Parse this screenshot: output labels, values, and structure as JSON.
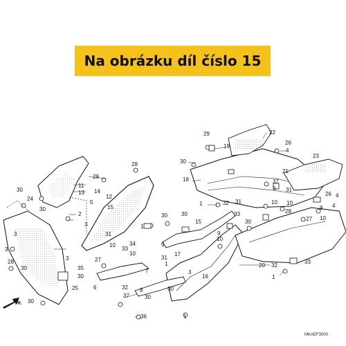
{
  "banner": {
    "text": "Na obrázku díl číslo 15",
    "color": "#f5c21b"
  },
  "diagram": {
    "code": "MKAEF3000",
    "direction_label": "FR.",
    "callouts": [
      "1",
      "2",
      "3",
      "4",
      "5",
      "6",
      "7",
      "8",
      "9",
      "10",
      "11",
      "12",
      "13",
      "14",
      "15",
      "16",
      "17",
      "18",
      "19",
      "20",
      "21",
      "22",
      "23",
      "24",
      "25",
      "26",
      "27",
      "28",
      "29",
      "30",
      "31",
      "32",
      "33",
      "34",
      "35",
      "36",
      "37"
    ]
  }
}
